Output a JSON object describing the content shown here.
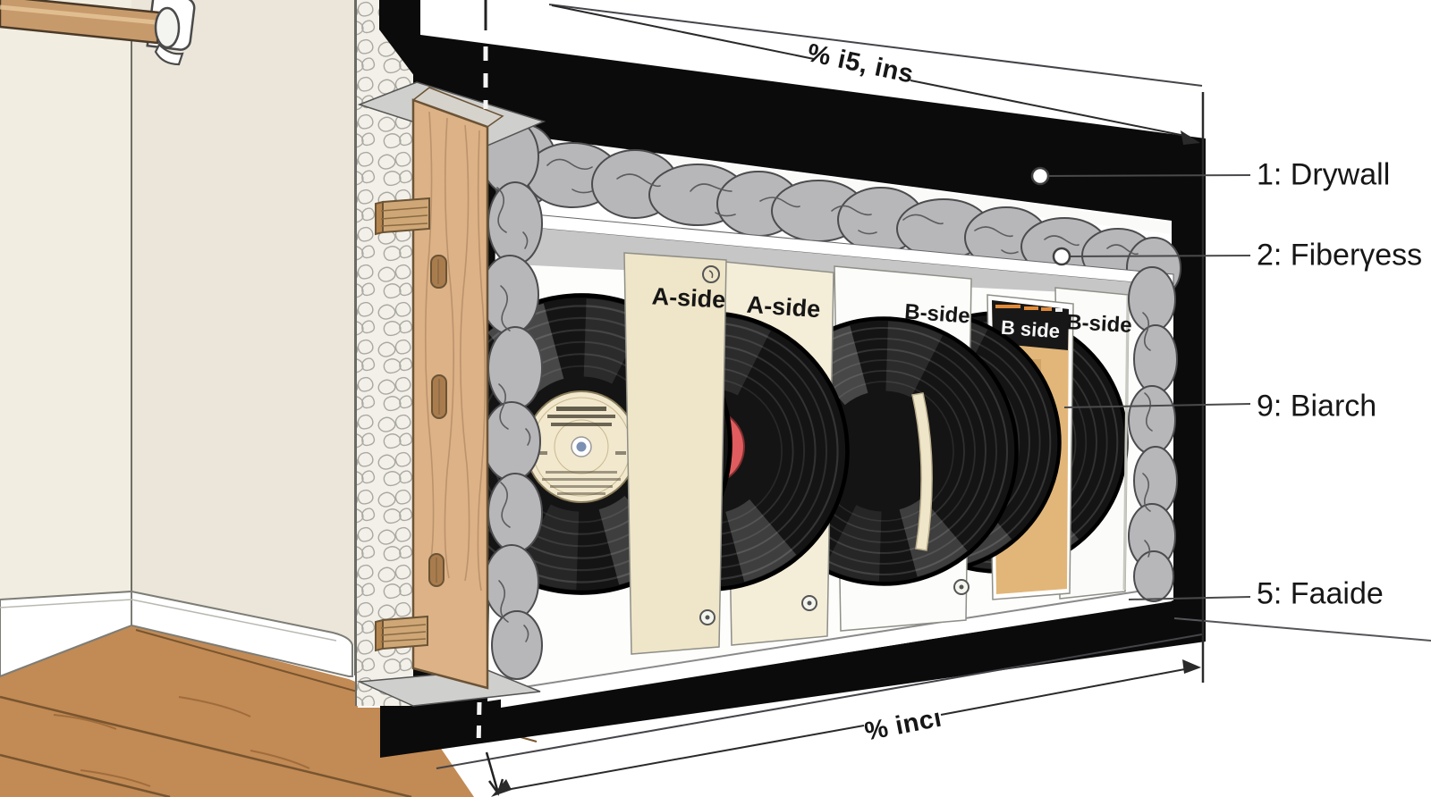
{
  "diagram": {
    "dimension_top_label": "% i5, ins",
    "dimension_bottom_label": "% incı",
    "callouts": [
      {
        "label": "1: Drywall"
      },
      {
        "label": "2: Fiberγess"
      },
      {
        "label": "9: Biarch"
      },
      {
        "label": "5: Faaide"
      }
    ],
    "sleeve_labels": [
      {
        "label": "A-side"
      },
      {
        "label": "A-side"
      },
      {
        "label": "B-side"
      },
      {
        "label": "B side"
      },
      {
        "label": "B-side"
      }
    ],
    "colors": {
      "frame_black": "#0b0b0b",
      "insulation_gray": "#b7b7b9",
      "stud_wood": "#dcb286",
      "floor_wood": "#c28a54",
      "sleeve_cream": "#efe5c8",
      "sleeve_white": "#fbfbf9",
      "album_tan": "#e2b678",
      "record_black": "#141414",
      "record_label_cream": "#f2e8cd",
      "record_label_red": "#e05c5e",
      "center_dot_blue": "#7b90b2",
      "wall_cream": "#ece7db",
      "baseboard_white": "#ffffff"
    }
  }
}
